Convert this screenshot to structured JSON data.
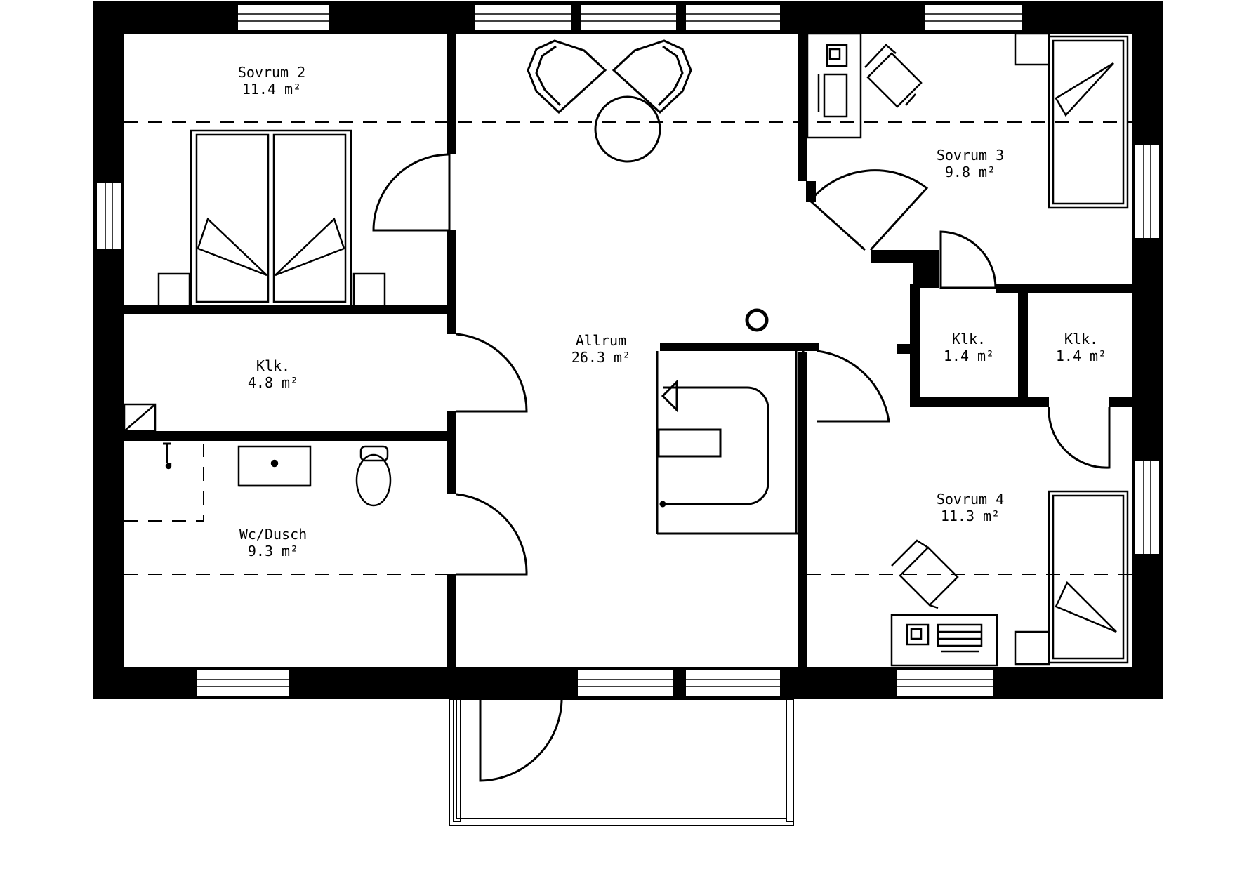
{
  "rooms": {
    "sovrum2": {
      "name": "Sovrum 2",
      "area": "11.4 m²"
    },
    "sovrum3": {
      "name": "Sovrum 3",
      "area": "9.8 m²"
    },
    "sovrum4": {
      "name": "Sovrum 4",
      "area": "11.3 m²"
    },
    "allrum": {
      "name": "Allrum",
      "area": "26.3 m²"
    },
    "klk_big": {
      "name": "Klk.",
      "area": "4.8 m²"
    },
    "klk_a": {
      "name": "Klk.",
      "area": "1.4 m²"
    },
    "klk_b": {
      "name": "Klk.",
      "area": "1.4 m²"
    },
    "wc": {
      "name": "Wc/Dusch",
      "area": "9.3 m²"
    }
  },
  "colors": {
    "wall": "#000000",
    "background": "#ffffff"
  }
}
